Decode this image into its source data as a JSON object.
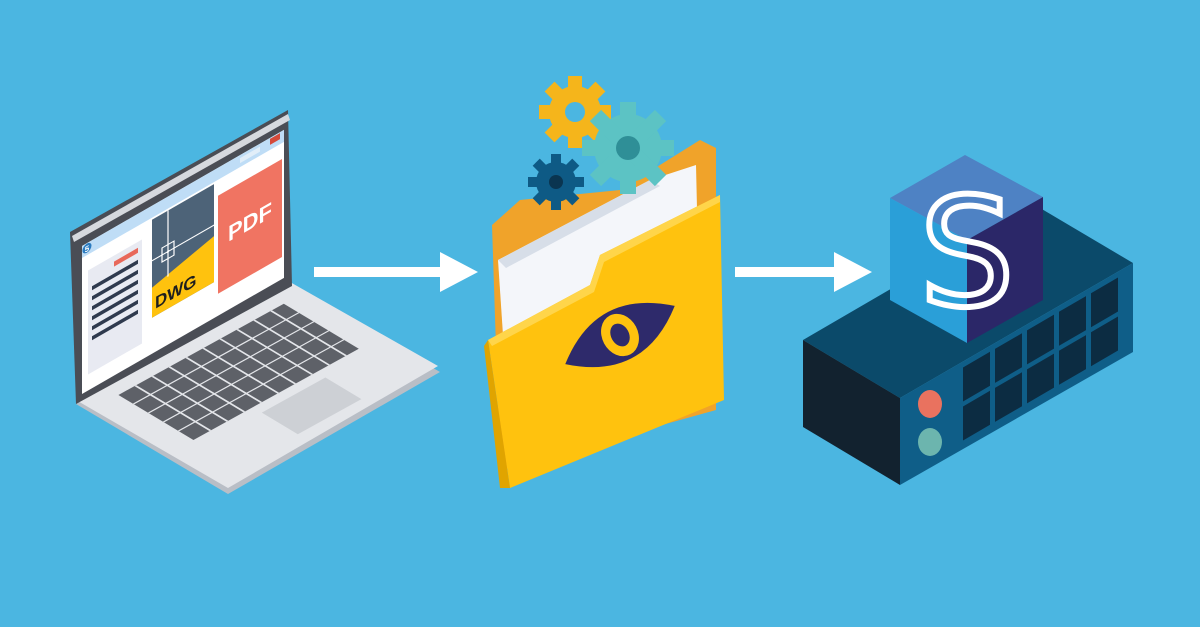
{
  "colors": {
    "background": "#4BB6E1",
    "pdf": "#F07462",
    "dwg": "#4D6378",
    "dwg_accent": "#FFC20E",
    "folder_front": "#FFC20E",
    "folder_back": "#F0A32A",
    "eye": "#2E2A6B",
    "server_top": "#0B4A6A",
    "server_front": "#0F5E88",
    "server_side": "#12222F",
    "cube_left": "#2A9FD8",
    "cube_right": "#2B2768",
    "cube_top": "#4E82C4"
  },
  "laptop": {
    "app_icon": "5",
    "dwg_label": "DWG",
    "pdf_label": "PDF"
  },
  "cube": {
    "letter": "S"
  }
}
